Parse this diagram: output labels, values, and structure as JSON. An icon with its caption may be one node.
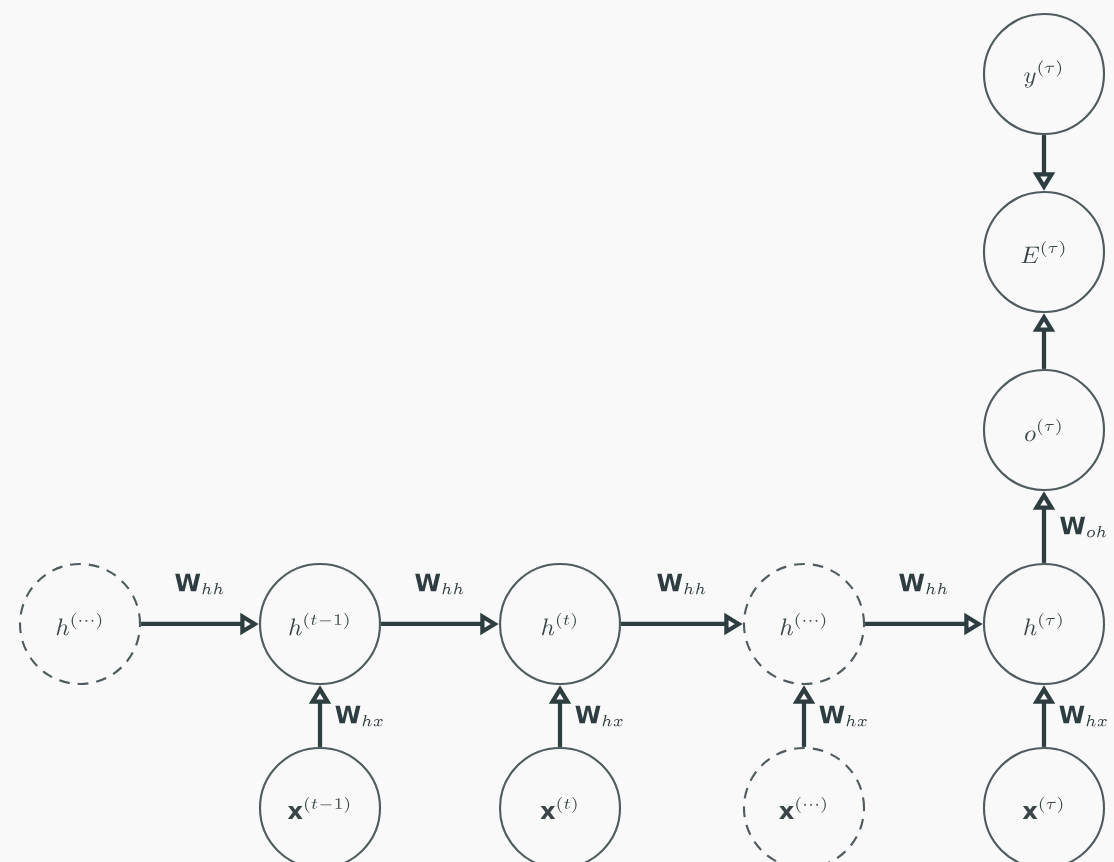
{
  "diagram": {
    "nodes": [
      {
        "text": [
          "y^{(\\tau)}"
        ]
      },
      {
        "text": [
          "E^{(\\tau)}"
        ]
      },
      {
        "text": [
          "o^{(\\tau)}"
        ]
      },
      {
        "text": [
          "h^{(\\cdots)}"
        ]
      },
      {
        "text": [
          "h^{(t-1)}"
        ]
      },
      {
        "text": [
          "h^{(t)}"
        ]
      },
      {
        "text": [
          "h^{(\\cdots)}"
        ]
      },
      {
        "text": [
          "h^{(\\tau)}"
        ]
      },
      {
        "text": [
          "\\mathbf{x}^{(t-1)}"
        ]
      },
      {
        "text": [
          "\\mathbf{x}^{(t)}"
        ]
      },
      {
        "text": [
          "\\mathbf{x}^{(\\cdots)}"
        ]
      },
      {
        "text": [
          "\\mathbf{x}^{(\\tau)}"
        ]
      }
    ],
    "edges": [
      {
        "from": 3,
        "to": 4,
        "arrow": "to",
        "label": "\\mathbf{W}_{hh}"
      },
      {
        "from": 4,
        "to": 5,
        "arrow": "to",
        "label": "\\mathbf{W}_{hh}"
      },
      {
        "from": 5,
        "to": 6,
        "arrow": "to",
        "label": "\\mathbf{W}_{hh}"
      },
      {
        "from": 6,
        "to": 7,
        "arrow": "to",
        "label": "\\mathbf{W}_{hh}"
      },
      {
        "from": 8,
        "to": 4,
        "arrow": "to",
        "label": "\\mathbf{W}_{hx}"
      },
      {
        "from": 9,
        "to": 5,
        "arrow": "to",
        "label": "\\mathbf{W}_{hx}"
      },
      {
        "from": 10,
        "to": 6,
        "arrow": "to",
        "label": "\\mathbf{W}_{hx}"
      },
      {
        "from": 11,
        "to": 7,
        "arrow": "to",
        "label": "\\mathbf{W}_{hx}"
      },
      {
        "from": 7,
        "to": 2,
        "arrow": "to",
        "label": "\\mathbf{W}_{oh}"
      },
      {
        "from": 2,
        "to": 1,
        "arrow": "to"
      },
      {
        "from": 0,
        "to": 1,
        "arrow": "to"
      }
    ]
  }
}
